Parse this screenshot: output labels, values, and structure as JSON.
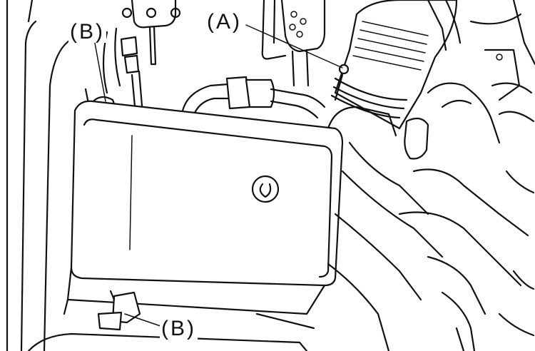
{
  "callouts": {
    "a": "(A)",
    "b_top": "(B)",
    "b_bottom": "(B)"
  },
  "colors": {
    "line": "#111111",
    "background": "#ffffff"
  }
}
